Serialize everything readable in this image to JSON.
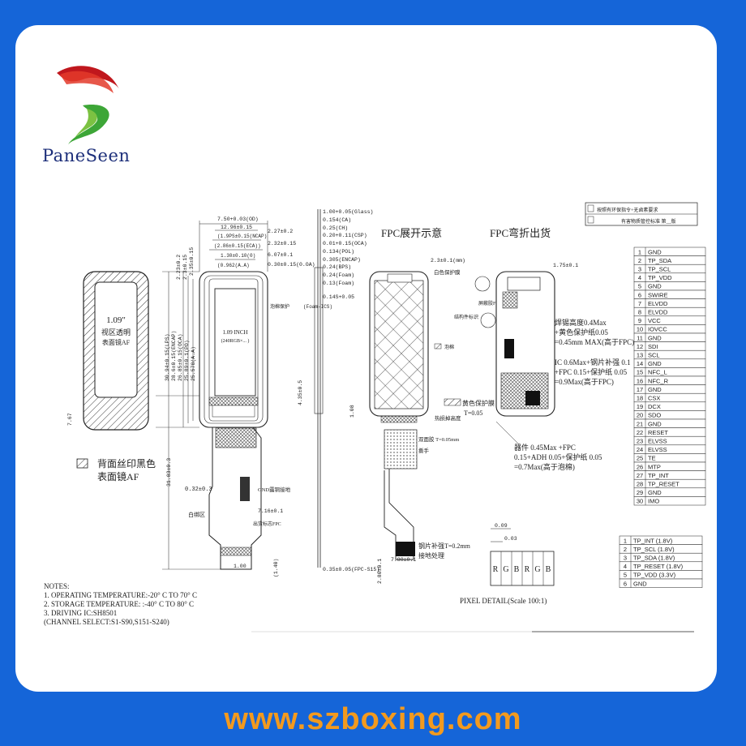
{
  "brand": {
    "name": "PaneSeen",
    "footer_url": "www.szboxing.com"
  },
  "titles": {
    "fpc_unfold": "FPC展开示意",
    "fpc_bend": "FPC弯折出货",
    "pixel_detail": "PIXEL DETAIL(Scale 100:1)"
  },
  "front_view": {
    "size_label": "1.09\"",
    "sub1": "视区透明",
    "sub2": "表面镜AF"
  },
  "panel": {
    "line1": "1.09 INCH",
    "line2": "(240RGB×... )"
  },
  "legend": {
    "line1": "背面丝印黑色",
    "line2": "表面镜AF"
  },
  "dims_top": [
    "7.50+0.03(OD)",
    "12.96±0.15",
    "(1.9PS±0.15(NCAP)",
    "(2.86±0.15(ECA))",
    "1.30±0.10(0)",
    "(0.962(A.A)",
    "2.27±0.2",
    "2.32±0.15",
    "6.07±0.1",
    "0.30±0.15(0.OA)"
  ],
  "dims_mid": [
    "1.00+0.05(Glass)",
    "0.154(CA)",
    "0.25(CH)",
    "0.20+0.11(CSP)",
    "0.01+0.15(OCA)",
    "0.134(POL)",
    "0.305(ENCAP)",
    "0.24(BPS)",
    "0.24(Foam)",
    "0.13(Foam)",
    "0.14S+0.05"
  ],
  "dims_left": [
    "2.23±0.2",
    "2.3±0.15",
    "2.35±0.15",
    "30.94±0.15(LPS)",
    "28.6±0.15(ENCAP)",
    "26.85±0.15(OCA)",
    "25.89±0.1(PO)",
    "25.578(A.A)"
  ],
  "dims_misc": {
    "right_height": "4.35±0.5",
    "d_767": "7.67",
    "d_033": "0.32±0.3",
    "d_716": "7.16±0.1",
    "d_100": "1.00",
    "d_140": "(1.40)",
    "d_3183": "31.83±0.3",
    "d_fpc_total": "0.35±0.05(FPC-S15)",
    "d_280": "2.80±0.1",
    "d_780": "7.80±0.1",
    "d_23": "2.3±0.1(mm)",
    "d_175": "1.75±0.1",
    "d_ioc": "1.08",
    "d_009": "0.09",
    "d_003": "0.03"
  },
  "annotations": {
    "a1": "泡棉保护",
    "a2": "屏蔽胶FPC",
    "a3": "GND露铜接地",
    "a4": "白色保护膜",
    "a5": "结构件标识",
    "a6": "泡棉",
    "a7": "黄色保护膜",
    "a8": "T=0.05",
    "a9": "热损掉高度",
    "a10": "双面胶 T=0.05mm",
    "a11": "撕手",
    "a12": "钢片补强T=0.2mm",
    "a13": "接地处理",
    "a14": "焊锡高度0.4Max",
    "a15": "+黄色保护纸0.05",
    "a16": "=0.45mm MAX(高于FPC)",
    "a17": "IC 0.6Max+钢片补强 0.1",
    "a18": "+FPC 0.15+保护纸 0.05",
    "a19": "=0.9Max(高于FPC)",
    "a20": "器件 0.45Max +FPC",
    "a21": "0.15+ADH 0.05+保护纸 0.05",
    "a22": "=0.7Max(高于泡棉)",
    "a23": "白绑区",
    "a24": "出货标志FPC",
    "a25": "(Foam-ICS)"
  },
  "stamp": {
    "line1": "按照有环保指令+无卤素要求",
    "line2": "有害物质管控标准  第__版"
  },
  "pixel_letters": [
    "R",
    "G",
    "B",
    "R",
    "G",
    "B"
  ],
  "pins": [
    {
      "n": "1",
      "s": "GND"
    },
    {
      "n": "2",
      "s": "TP_SDA"
    },
    {
      "n": "3",
      "s": "TP_SCL"
    },
    {
      "n": "4",
      "s": "TP_VDD"
    },
    {
      "n": "5",
      "s": "GND"
    },
    {
      "n": "6",
      "s": "SWIRE"
    },
    {
      "n": "7",
      "s": "ELVDD"
    },
    {
      "n": "8",
      "s": "ELVDD"
    },
    {
      "n": "9",
      "s": "VCC"
    },
    {
      "n": "10",
      "s": "IOVCC"
    },
    {
      "n": "11",
      "s": "GND"
    },
    {
      "n": "12",
      "s": "SDI"
    },
    {
      "n": "13",
      "s": "SCL"
    },
    {
      "n": "14",
      "s": "GND"
    },
    {
      "n": "15",
      "s": "NFC_L"
    },
    {
      "n": "16",
      "s": "NFC_R"
    },
    {
      "n": "17",
      "s": "GND"
    },
    {
      "n": "18",
      "s": "CSX"
    },
    {
      "n": "19",
      "s": "DCX"
    },
    {
      "n": "20",
      "s": "SDO"
    },
    {
      "n": "21",
      "s": "GND"
    },
    {
      "n": "22",
      "s": "RESET"
    },
    {
      "n": "23",
      "s": "ELVSS"
    },
    {
      "n": "24",
      "s": "ELVSS"
    },
    {
      "n": "25",
      "s": "TE"
    },
    {
      "n": "26",
      "s": "MTP"
    },
    {
      "n": "27",
      "s": "TP_INT"
    },
    {
      "n": "28",
      "s": "TP_RESET"
    },
    {
      "n": "29",
      "s": "GND"
    },
    {
      "n": "30",
      "s": "IMO"
    }
  ],
  "tp_pins": [
    {
      "n": "1",
      "s": "TP_INT (1.8V)"
    },
    {
      "n": "2",
      "s": "TP_SCL (1.8V)"
    },
    {
      "n": "3",
      "s": "TP_SDA (1.8V)"
    },
    {
      "n": "4",
      "s": "TP_RESET (1.8V)"
    },
    {
      "n": "5",
      "s": "TP_VDD (3.3V)"
    },
    {
      "n": "6",
      "s": "GND"
    }
  ],
  "notes": {
    "title": "NOTES:",
    "n1": "1. OPERATING TEMPERATURE:-20° C TO 70° C",
    "n2": "2. STORAGE TEMPERATURE: :-40° C TO 80° C",
    "n3": "3. DRIVING IC:SH8501",
    "n4": "(CHANNEL SELECT:S1-S90,S151-S240)"
  }
}
